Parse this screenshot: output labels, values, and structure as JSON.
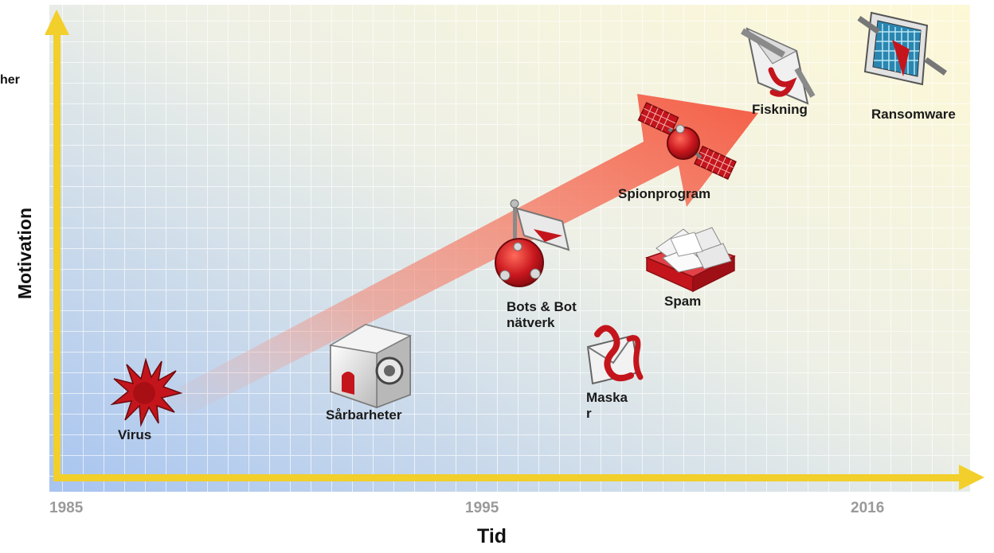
{
  "axes": {
    "x_title": "Tid",
    "y_title": "Motivation",
    "cut_label": "her",
    "x_ticks": [
      "1985",
      "1995",
      "2016"
    ]
  },
  "threats": [
    {
      "id": "virus",
      "label": "Virus",
      "icon": "virus-burst-icon"
    },
    {
      "id": "vulnerabilities",
      "label": "Sårbarheter",
      "icon": "safe-box-icon"
    },
    {
      "id": "bots",
      "label": "Bots & Bot\nnätverk",
      "label_lines": [
        "Bots & Bot",
        "nätverk"
      ],
      "icon": "bot-flag-icon"
    },
    {
      "id": "worms",
      "label_lines": [
        "Maska",
        "r"
      ],
      "icon": "worm-envelope-icon"
    },
    {
      "id": "spam",
      "label": "Spam",
      "icon": "spam-mail-pile-icon"
    },
    {
      "id": "spyware",
      "label": "Spionprogram",
      "icon": "spy-satellite-icon"
    },
    {
      "id": "phishing",
      "label": "Fiskning",
      "icon": "phishing-envelope-icon"
    },
    {
      "id": "ransomware",
      "label": "Ransomware",
      "icon": "ransomware-locked-screen-icon"
    }
  ],
  "colors": {
    "axis": "#f2cf2a",
    "trend_arrow": "#f25a40",
    "threat_red": "#c8161d",
    "grid_bg_top": "#fdf7d8",
    "grid_bg_bottom": "#a9c6f0"
  }
}
